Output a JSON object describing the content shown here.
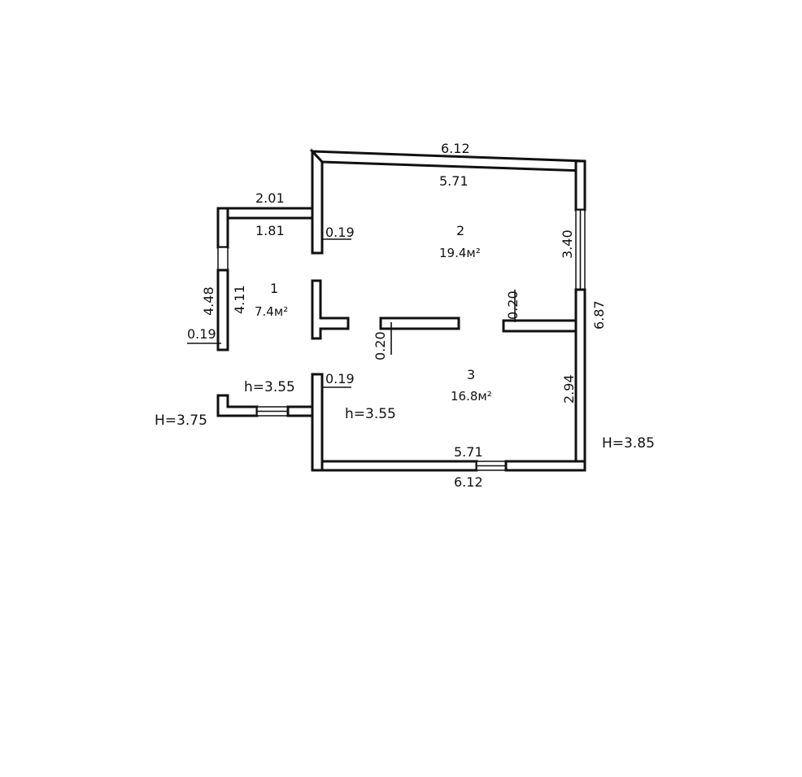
{
  "dimensions": {
    "top_outer": "6.12",
    "top_inner": "5.71",
    "left_annex_outer": "2.01",
    "left_annex_inner": "1.81",
    "wall_thickness_top": "0.19",
    "wall_thickness_bottom": "0.19",
    "wall_thickness_left": "0.19",
    "room2_right": "3.40",
    "partition_right": "0.20",
    "partition_mid": "0.20",
    "right_outer": "6.87",
    "room3_right": "2.94",
    "left_outer": "4.48",
    "left_inner": "4.11",
    "bottom_inner": "5.71",
    "bottom_outer": "6.12"
  },
  "rooms": [
    {
      "number": "1",
      "area": "7.4м²"
    },
    {
      "number": "2",
      "area": "19.4м²"
    },
    {
      "number": "3",
      "area": "16.8м²"
    }
  ],
  "heights": {
    "inner_annex": "h=3.55",
    "inner_room3": "h=3.55",
    "outer_left": "H=3.75",
    "outer_right": "H=3.85"
  }
}
